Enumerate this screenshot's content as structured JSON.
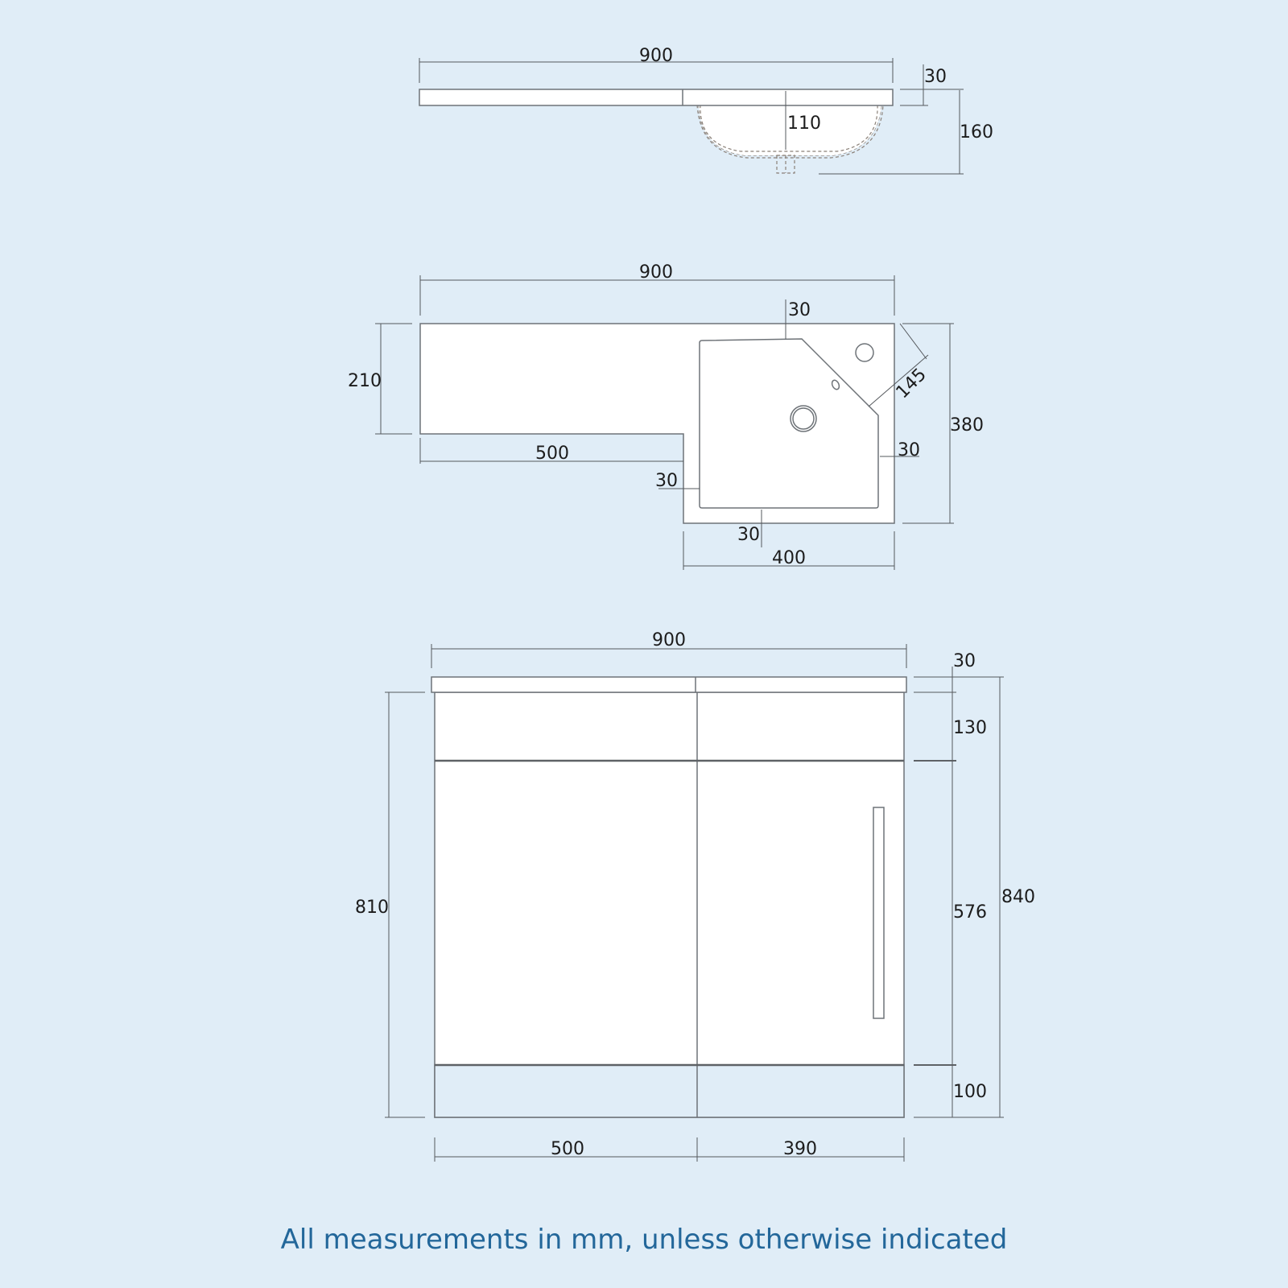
{
  "diagram": {
    "side_view": {
      "width": "900",
      "top_thickness": "30",
      "basin_depth": "110",
      "overall_height": "160"
    },
    "top_view": {
      "width": "900",
      "left_depth": "210",
      "left_length": "500",
      "overall_depth": "380",
      "basin_section_width": "400",
      "offset_top": "30",
      "offset_right": "30",
      "offset_left": "30",
      "offset_bottom": "30",
      "chamfer": "145"
    },
    "front_view": {
      "width": "900",
      "top_thickness": "30",
      "drawer_height": "130",
      "door_height": "576",
      "plinth_height": "100",
      "overall_height": "840",
      "unit_height": "810",
      "left_width": "500",
      "right_width": "390"
    }
  },
  "footer": {
    "note": "All measurements in mm, unless otherwise indicated"
  },
  "colors": {
    "background": "#e0edf7",
    "drawing_fill": "#ffffff",
    "line": "#6e7378",
    "footer_text": "#23679a"
  }
}
